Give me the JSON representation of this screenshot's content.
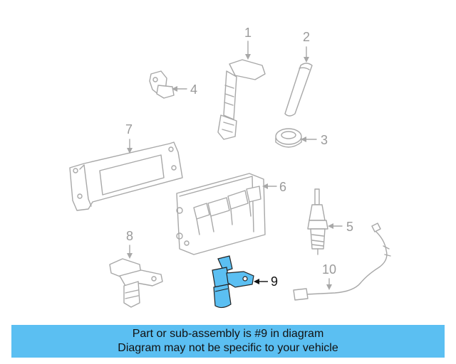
{
  "diagram": {
    "highlight_color": "#5bbff2",
    "callouts": [
      "1",
      "2",
      "3",
      "4",
      "5",
      "6",
      "7",
      "8",
      "9",
      "10"
    ],
    "highlighted_part": "9"
  },
  "banner": {
    "line1": "Part or sub-assembly is #9 in diagram",
    "line2": "Diagram may not be specific to your vehicle",
    "background": "#5bbff2"
  }
}
